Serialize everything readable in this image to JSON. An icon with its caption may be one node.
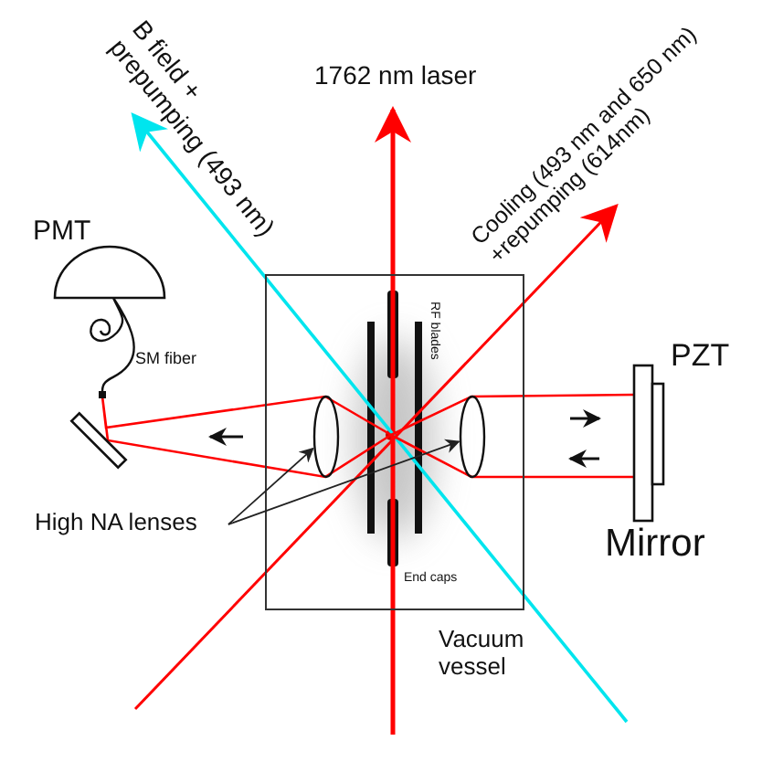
{
  "diagram": {
    "nodes": [
      {
        "text": [],
        "shape": "box"
      },
      {
        "text": [],
        "shape": "ellipse",
        "in": 0
      },
      {
        "text": [],
        "shape": "ellipse",
        "in": 0
      },
      {
        "text": [
          "High NA lenses"
        ]
      }
    ],
    "edges": [
      {
        "from": 3,
        "to": 1,
        "arrow": "to"
      },
      {
        "from": 3,
        "to": 2,
        "arrow": "to"
      }
    ],
    "labels": [
      "PMT",
      "B field + prepumping (493 nm)",
      "1762 nm laser",
      "Cooling (493 nm and 650 nm) +repumping (614nm)",
      "SM fiber",
      "RF blades",
      "PZT",
      "End caps",
      "Mirror",
      "Vacuum vessel"
    ]
  }
}
